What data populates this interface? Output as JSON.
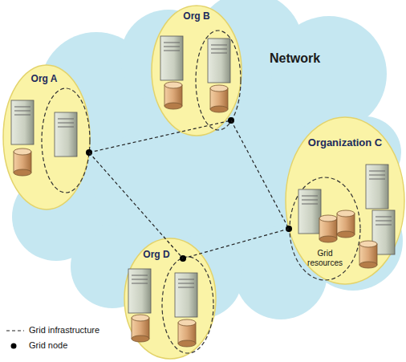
{
  "diagram": {
    "nodes": [
      {
        "text": [
          "Org A"
        ]
      },
      {
        "text": [
          "Org B"
        ]
      },
      {
        "text": [
          "Organization C"
        ]
      },
      {
        "text": [
          "Grid resources"
        ],
        "in": 2
      },
      {
        "text": [
          "Org D"
        ]
      }
    ],
    "edges": [
      {
        "from": 0,
        "to": 1,
        "arrow": "none"
      },
      {
        "from": 1,
        "to": 2,
        "arrow": "none"
      },
      {
        "from": 4,
        "to": 2,
        "arrow": "none"
      },
      {
        "from": 0,
        "to": 4,
        "arrow": "none"
      }
    ],
    "labels": [
      "Network"
    ],
    "legend": [
      {
        "text": "Grid infrastructure"
      },
      {
        "text": "Grid node"
      }
    ]
  }
}
